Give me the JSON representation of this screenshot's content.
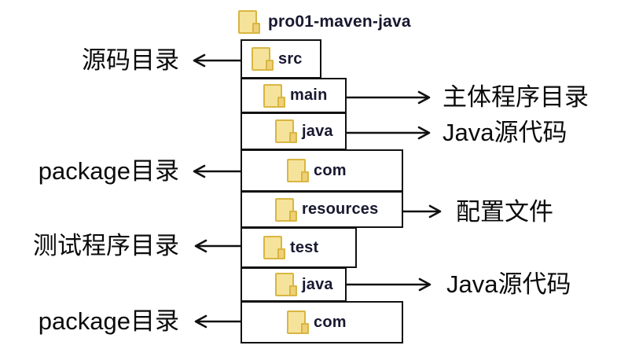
{
  "diagram": {
    "title_node": {
      "label": "pro01-maven-java",
      "icon": "folder-icon"
    },
    "nodes": [
      {
        "id": "src",
        "label": "src",
        "level": 1,
        "parent": "pro01-maven-java",
        "annotation": "源码目录",
        "annotation_side": "left"
      },
      {
        "id": "main",
        "label": "main",
        "level": 2,
        "parent": "src",
        "annotation": "主体程序目录",
        "annotation_side": "right"
      },
      {
        "id": "java-main",
        "label": "java",
        "level": 3,
        "parent": "main",
        "annotation": "Java源代码",
        "annotation_side": "right"
      },
      {
        "id": "com-main",
        "label": "com",
        "level": 4,
        "parent": "java-main",
        "annotation": "package目录",
        "annotation_side": "left"
      },
      {
        "id": "resources",
        "label": "resources",
        "level": 3,
        "parent": "main",
        "annotation": "配置文件",
        "annotation_side": "right"
      },
      {
        "id": "test",
        "label": "test",
        "level": 2,
        "parent": "src",
        "annotation": "测试程序目录",
        "annotation_side": "left"
      },
      {
        "id": "java-test",
        "label": "java",
        "level": 3,
        "parent": "test",
        "annotation": "Java源代码",
        "annotation_side": "right"
      },
      {
        "id": "com-test",
        "label": "com",
        "level": 4,
        "parent": "java-test",
        "annotation": "package目录",
        "annotation_side": "left"
      }
    ],
    "colors": {
      "background": "#ffffff",
      "box_border": "#111111",
      "folder_fill": "#f6e39b",
      "folder_edge": "#d8b642",
      "label_text": "#181830",
      "annotation_text": "#0b0b0b"
    }
  }
}
